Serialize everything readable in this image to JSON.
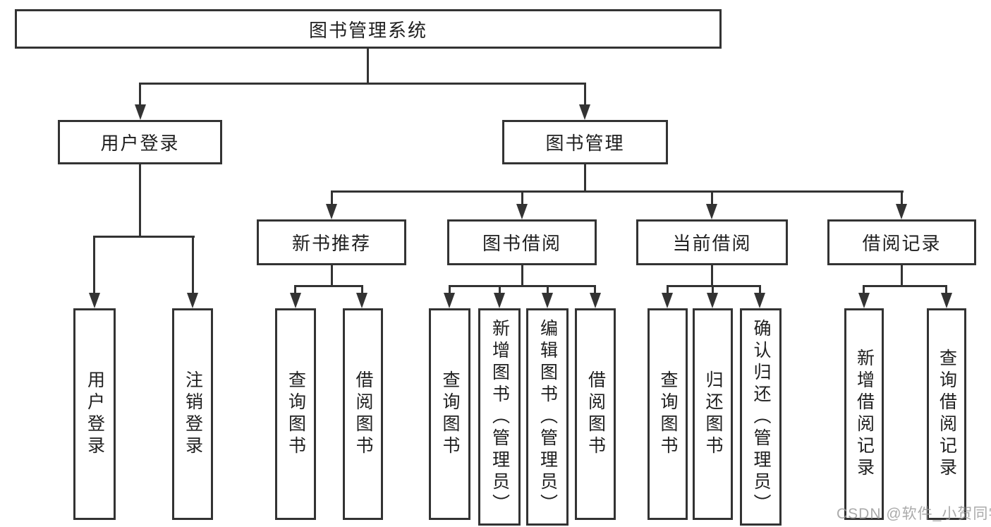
{
  "diagram": {
    "root": {
      "label": "图书管理系统"
    },
    "branches": [
      {
        "label": "用户登录",
        "children": [
          {
            "label": "用户登录"
          },
          {
            "label": "注销登录"
          }
        ]
      },
      {
        "label": "图书管理",
        "children": [
          {
            "label": "新书推荐",
            "children": [
              {
                "label": "查询图书"
              },
              {
                "label": "借阅图书"
              }
            ]
          },
          {
            "label": "图书借阅",
            "children": [
              {
                "label": "查询图书"
              },
              {
                "label": "新增图书（管理员）"
              },
              {
                "label": "编辑图书（管理员）"
              },
              {
                "label": "借阅图书"
              }
            ]
          },
          {
            "label": "当前借阅",
            "children": [
              {
                "label": "查询图书"
              },
              {
                "label": "归还图书"
              },
              {
                "label": "确认归还（管理员）"
              }
            ]
          },
          {
            "label": "借阅记录",
            "children": [
              {
                "label": "新增借阅记录"
              },
              {
                "label": "查询借阅记录"
              }
            ]
          }
        ]
      }
    ]
  },
  "watermark": {
    "text": "CSDN @软件_小贺同学"
  },
  "colors": {
    "background": "#ffffff",
    "line": "#333333",
    "box_border": "#333333",
    "text": "#1f1f1f",
    "watermark": "#9b9b9b"
  }
}
